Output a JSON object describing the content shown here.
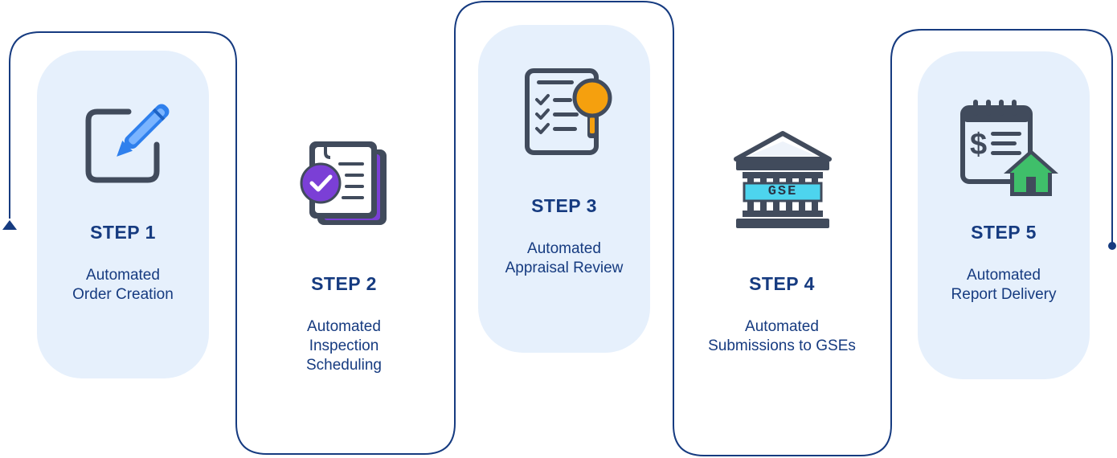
{
  "steps": [
    {
      "title": "STEP 1",
      "desc": [
        "Automated",
        "Order Creation"
      ],
      "icon": "edit-icon"
    },
    {
      "title": "STEP 2",
      "desc": [
        "Automated",
        "Inspection",
        "Scheduling"
      ],
      "icon": "document-check-icon"
    },
    {
      "title": "STEP 3",
      "desc": [
        "Automated",
        "Appraisal Review"
      ],
      "icon": "checklist-search-icon"
    },
    {
      "title": "STEP 4",
      "desc": [
        "Automated",
        "Submissions to GSEs"
      ],
      "icon": "bank-building-icon"
    },
    {
      "title": "STEP 5",
      "desc": [
        "Automated",
        "Report Delivery"
      ],
      "icon": "invoice-house-icon"
    }
  ],
  "gse_sign": "GSE",
  "colors": {
    "line": "#163b80",
    "card": "#e6f0fc",
    "text": "#163b80",
    "icon_dark": "#414b5c",
    "pencil": "#2f80ed",
    "check_circle": "#7b3fd6",
    "magnifier": "#f5a00e",
    "gse_band": "#4dd4ee",
    "house": "#3fbf6a"
  }
}
